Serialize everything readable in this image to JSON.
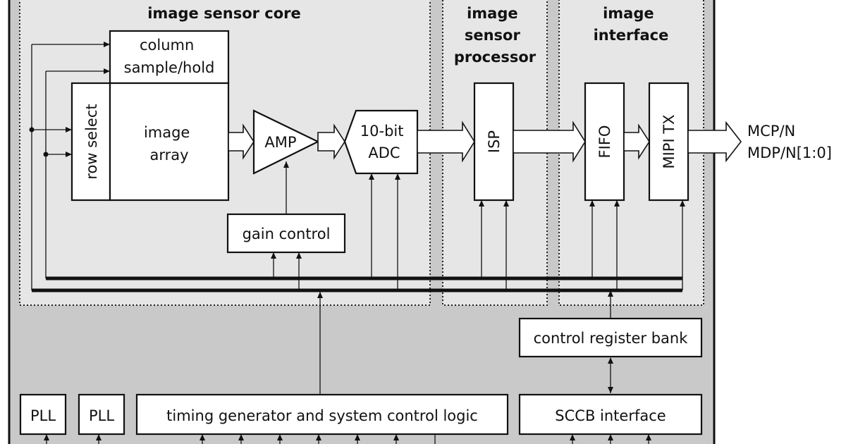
{
  "sections": {
    "sensor_core": "image sensor core",
    "processor": [
      "image",
      "sensor",
      "processor"
    ],
    "interface": [
      "image",
      "interface"
    ]
  },
  "blocks": {
    "column_sample_hold": [
      "column",
      "sample/hold"
    ],
    "row_select": "row select",
    "image_array": [
      "image",
      "array"
    ],
    "amp": "AMP",
    "adc": [
      "10-bit",
      "ADC"
    ],
    "gain_control": "gain control",
    "isp": "ISP",
    "fifo": "FIFO",
    "mipi_tx": "MIPI TX",
    "control_register_bank": "control register bank",
    "sccb_interface": "SCCB interface",
    "pll1": "PLL",
    "pll2": "PLL",
    "timing_generator": "timing generator and system control logic"
  },
  "outputs": [
    "MCP/N",
    "MDP/N[1:0]"
  ],
  "colors": {
    "chip_fill": "#c9c9c9",
    "section_fill": "#e6e6e6",
    "stroke": "#111111"
  }
}
